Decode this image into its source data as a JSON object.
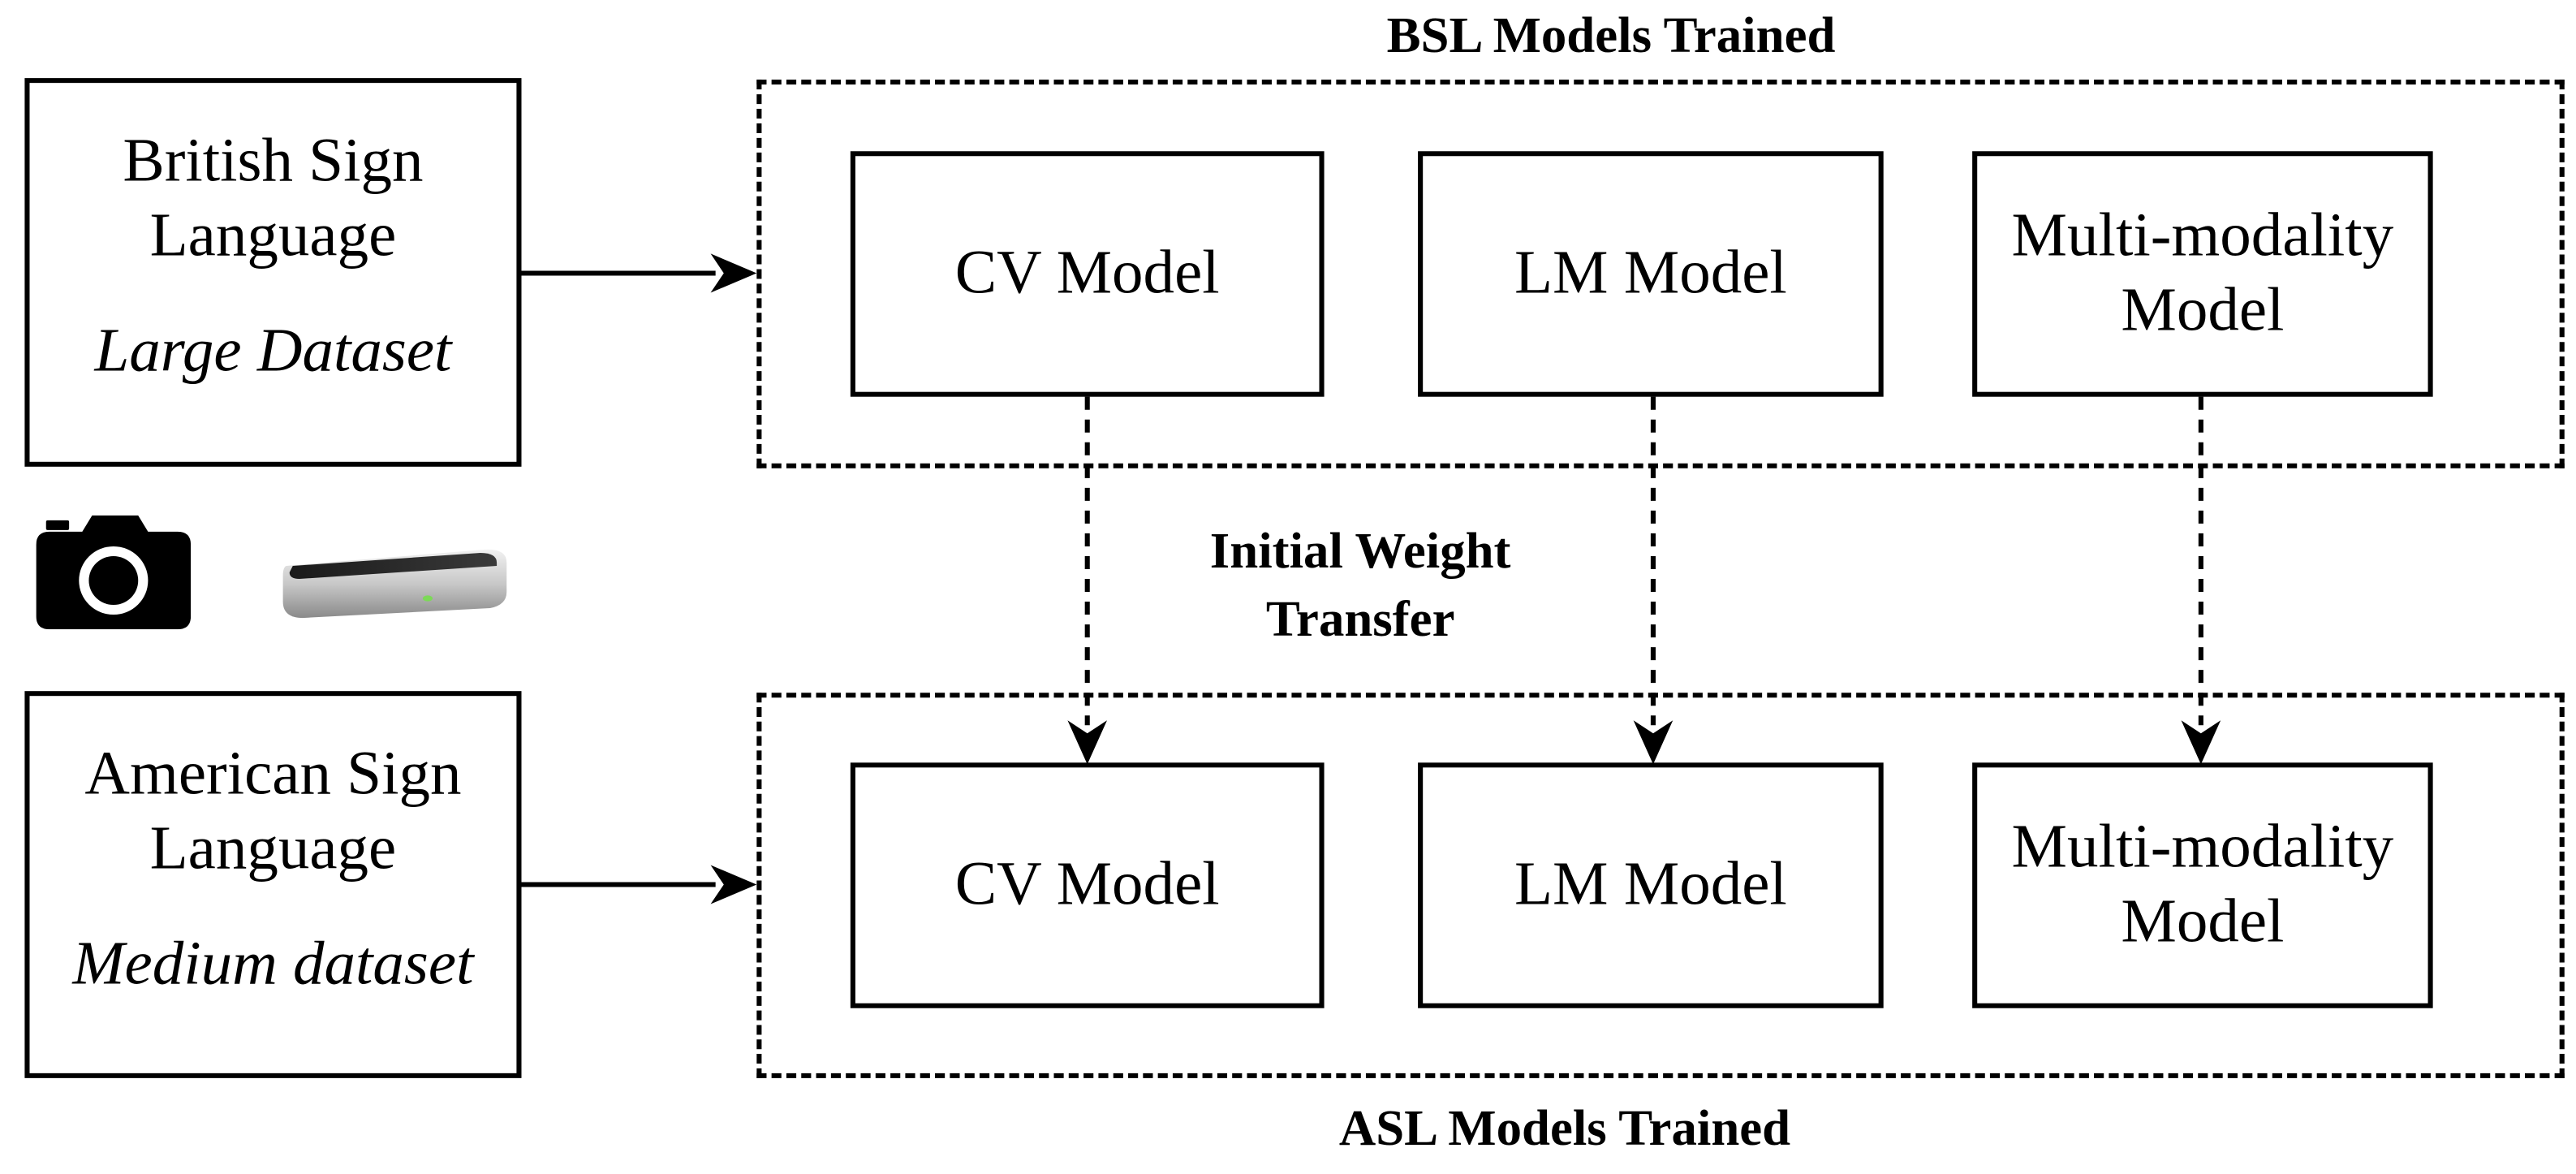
{
  "groups": {
    "bsl": {
      "title": "BSL Models Trained",
      "models": [
        {
          "label": "CV Model"
        },
        {
          "label": "LM Model"
        },
        {
          "label": "Multi-modality\nModel"
        }
      ]
    },
    "asl": {
      "title": "ASL Models Trained",
      "models": [
        {
          "label": "CV Model"
        },
        {
          "label": "LM Model"
        },
        {
          "label": "Multi-modality\nModel"
        }
      ]
    }
  },
  "sources": {
    "british": {
      "name": "British Sign\nLanguage",
      "dataset": "Large Dataset"
    },
    "american": {
      "name": "American Sign\nLanguage",
      "dataset": "Medium dataset"
    }
  },
  "transfer": {
    "label": "Initial Weight\nTransfer"
  },
  "icons": {
    "camera": "camera-icon",
    "sensor": "leap-motion-sensor-icon"
  }
}
